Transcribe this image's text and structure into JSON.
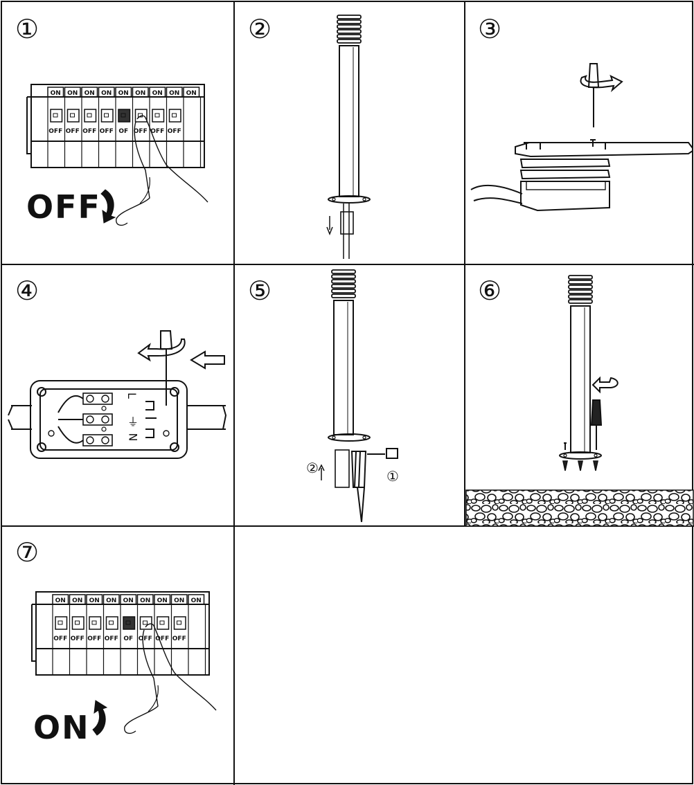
{
  "steps": [
    {
      "number": "①",
      "switch_on_labels": [
        "ON",
        "ON",
        "ON",
        "ON",
        "ON",
        "ON",
        "ON",
        "ON",
        "ON"
      ],
      "switch_off_labels": [
        "OFF",
        "OFF",
        "OFF",
        "OFF",
        "OF",
        "OFF",
        "OFF",
        "OFF"
      ],
      "action_label": "OFF"
    },
    {
      "number": "②"
    },
    {
      "number": "③"
    },
    {
      "number": "④",
      "terminal_marks": [
        "L",
        "⏚",
        "N"
      ]
    },
    {
      "number": "⑤",
      "sub_steps": [
        "②",
        "①"
      ]
    },
    {
      "number": "⑥"
    },
    {
      "number": "⑦",
      "switch_on_labels": [
        "ON",
        "ON",
        "ON",
        "ON",
        "ON",
        "ON",
        "ON",
        "ON",
        "ON"
      ],
      "switch_off_labels": [
        "OFF",
        "OFF",
        "OFF",
        "OFF",
        "OF",
        "OFF",
        "OFF",
        "OFF"
      ],
      "action_label": "ON"
    }
  ],
  "colors": {
    "line": "#111111",
    "background": "#ffffff"
  }
}
